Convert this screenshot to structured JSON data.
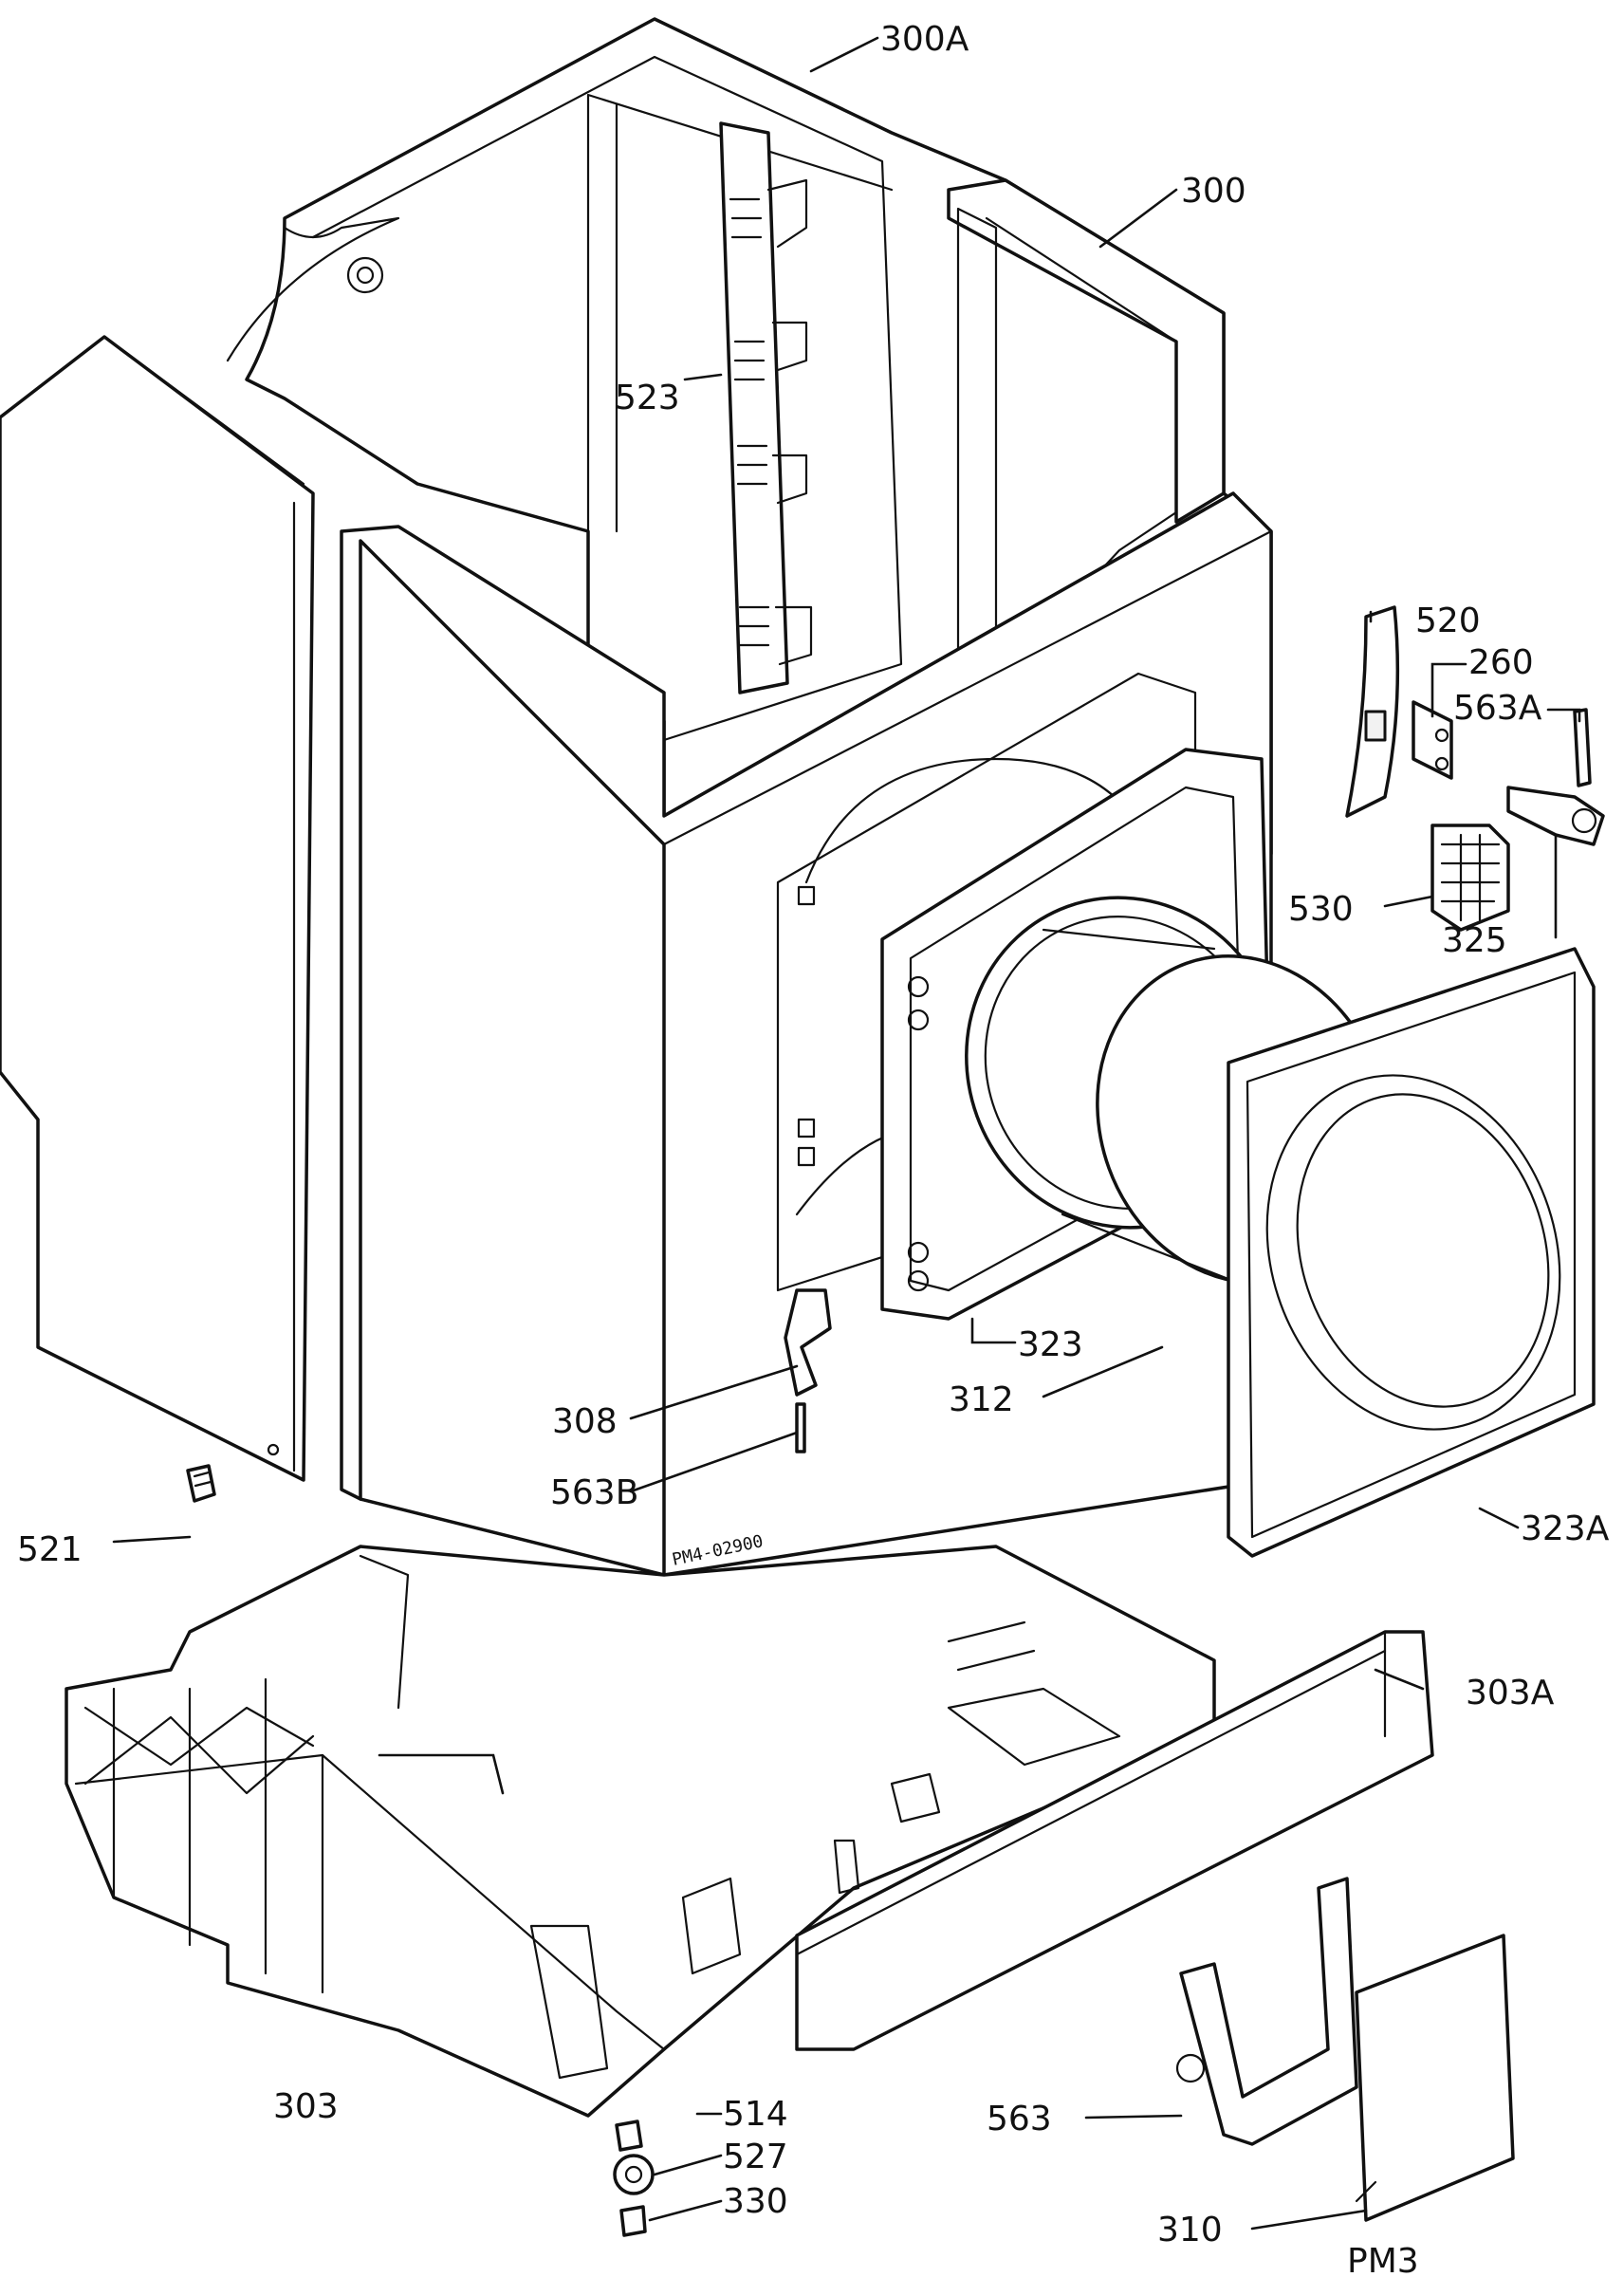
{
  "diagram": {
    "sheet_id": "PM3",
    "stamp": "PM4-02900",
    "callouts": [
      {
        "id": "c-300a",
        "text": "300A"
      },
      {
        "id": "c-300",
        "text": "300"
      },
      {
        "id": "c-523",
        "text": "523"
      },
      {
        "id": "c-520",
        "text": "520"
      },
      {
        "id": "c-260",
        "text": "260"
      },
      {
        "id": "c-563a",
        "text": "563A"
      },
      {
        "id": "c-530",
        "text": "530"
      },
      {
        "id": "c-325",
        "text": "325"
      },
      {
        "id": "c-323",
        "text": "323"
      },
      {
        "id": "c-312",
        "text": "312"
      },
      {
        "id": "c-308",
        "text": "308"
      },
      {
        "id": "c-563b",
        "text": "563B"
      },
      {
        "id": "c-323a",
        "text": "323A"
      },
      {
        "id": "c-521",
        "text": "521"
      },
      {
        "id": "c-303a",
        "text": "303A"
      },
      {
        "id": "c-303",
        "text": "303"
      },
      {
        "id": "c-514",
        "text": "514"
      },
      {
        "id": "c-527",
        "text": "527"
      },
      {
        "id": "c-330",
        "text": "330"
      },
      {
        "id": "c-563",
        "text": "563"
      },
      {
        "id": "c-310",
        "text": "310"
      }
    ]
  }
}
